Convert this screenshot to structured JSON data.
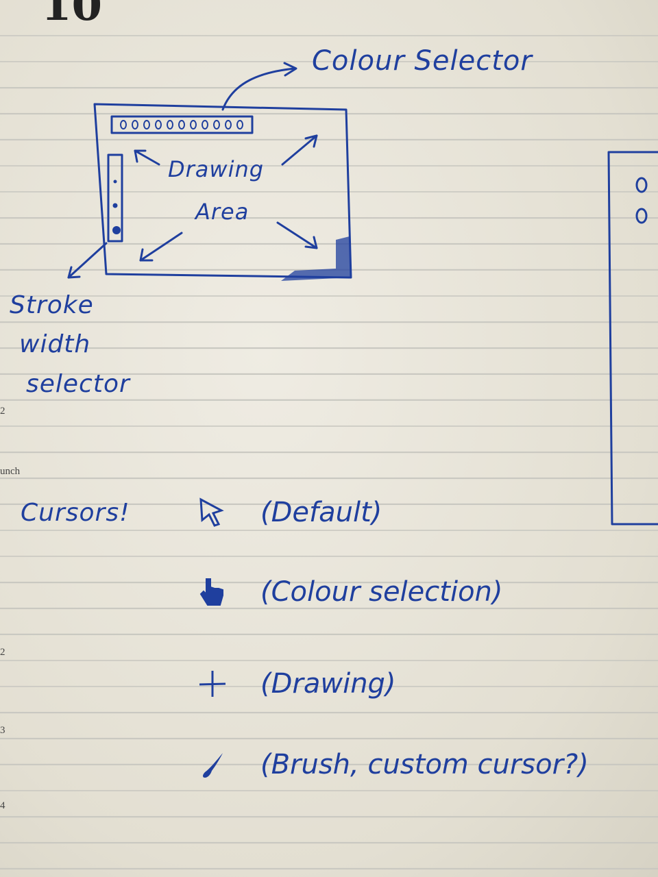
{
  "notebook": {
    "page_number": "10",
    "margin_labels": [
      "2",
      "unch",
      "2",
      "3",
      "4"
    ]
  },
  "sketch": {
    "colour_selector_label": "Colour Selector",
    "drawing_area_label_line1": "Drawing",
    "drawing_area_label_line2": "Area",
    "stroke_label_line1": "Stroke",
    "stroke_label_line2": "width",
    "stroke_label_line3": "selector"
  },
  "cursors": {
    "heading": "Cursors!",
    "items": [
      {
        "icon": "arrow-pointer-icon",
        "label": "(Default)"
      },
      {
        "icon": "hand-pointer-icon",
        "label": "(Colour selection)"
      },
      {
        "icon": "crosshair-icon",
        "label": "(Drawing)"
      },
      {
        "icon": "brush-icon",
        "label": "(Brush, custom cursor?)"
      }
    ]
  },
  "colors": {
    "ink": "#1f3f9e",
    "paper": "#e9e5da",
    "rule": "#c9c8c1"
  }
}
